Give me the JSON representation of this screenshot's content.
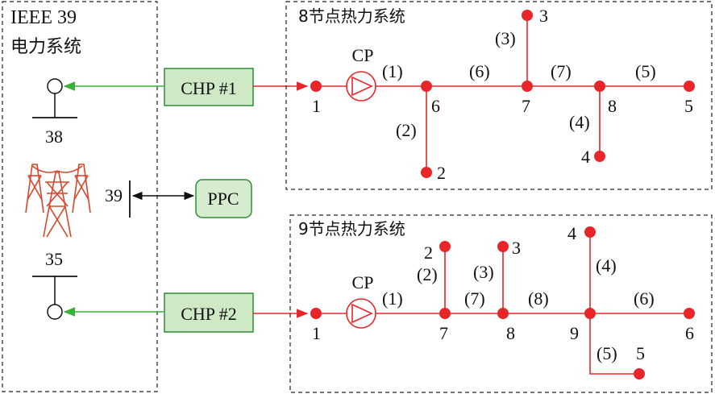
{
  "colors": {
    "heat_line": "#e8262a",
    "heat_node": "#e8262a",
    "green_arrow": "#36b23a",
    "box_fill": "#cfe9c6",
    "box_stroke": "#2e8b36",
    "ppc_fill": "#d6ecd0",
    "text": "#111111",
    "dashed": "#222222",
    "tower": "#d8452a"
  },
  "power": {
    "title_line1": "IEEE 39",
    "title_line2": "电力系统",
    "bus_top": "38",
    "bus_mid": "39",
    "bus_bottom": "35"
  },
  "chp1": {
    "label": "CHP #1"
  },
  "chp2": {
    "label": "CHP #2"
  },
  "ppc": {
    "label": "PPC"
  },
  "sys8": {
    "title": "8节点热力系统",
    "pump": "CP",
    "nodes": {
      "n1": "1",
      "n2": "2",
      "n3": "3",
      "n4": "4",
      "n5": "5",
      "n6": "6",
      "n7": "7",
      "n8": "8"
    },
    "pipes": {
      "p1": "(1)",
      "p2": "(2)",
      "p3": "(3)",
      "p4": "(4)",
      "p5": "(5)",
      "p6": "(6)",
      "p7": "(7)"
    }
  },
  "sys9": {
    "title": "9节点热力系统",
    "pump": "CP",
    "nodes": {
      "n1": "1",
      "n2": "2",
      "n3": "3",
      "n4": "4",
      "n5": "5",
      "n6": "6",
      "n7": "7",
      "n8": "8",
      "n9": "9"
    },
    "pipes": {
      "p1": "(1)",
      "p2": "(2)",
      "p3": "(3)",
      "p4": "(4)",
      "p5": "(5)",
      "p6": "(6)",
      "p7": "(7)",
      "p8": "(8)"
    }
  }
}
